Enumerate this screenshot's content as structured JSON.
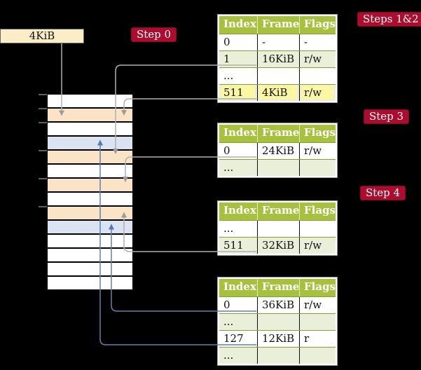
{
  "frame_box": {
    "label": "4KiB"
  },
  "badges": {
    "step0": "Step 0",
    "steps12": "Steps 1&2",
    "step3": "Step 3",
    "step4": "Step 4"
  },
  "tables": [
    {
      "name": "page-table-steps-1-2",
      "headers": [
        "Index",
        "Frame",
        "Flags"
      ],
      "rows": [
        {
          "cells": [
            "0",
            "-",
            "-"
          ],
          "shade": "white",
          "highlight": false
        },
        {
          "cells": [
            "1",
            "16KiB",
            "r/w"
          ],
          "shade": "green",
          "highlight": false
        },
        {
          "cells": [
            "...",
            "",
            ""
          ],
          "shade": "white",
          "highlight": false
        },
        {
          "cells": [
            "511",
            "4KiB",
            "r/w"
          ],
          "shade": "green",
          "highlight": true
        }
      ]
    },
    {
      "name": "page-table-step-3",
      "headers": [
        "Index",
        "Frame",
        "Flags"
      ],
      "rows": [
        {
          "cells": [
            "0",
            "24KiB",
            "r/w"
          ],
          "shade": "white",
          "highlight": false
        },
        {
          "cells": [
            "...",
            "",
            ""
          ],
          "shade": "green",
          "highlight": false
        }
      ]
    },
    {
      "name": "page-table-step-4-upper",
      "headers": [
        "Index",
        "Frame",
        "Flags"
      ],
      "rows": [
        {
          "cells": [
            "...",
            "",
            ""
          ],
          "shade": "white",
          "highlight": false
        },
        {
          "cells": [
            "511",
            "32KiB",
            "r/w"
          ],
          "shade": "green",
          "highlight": false
        }
      ]
    },
    {
      "name": "page-table-step-4-lower",
      "headers": [
        "Index",
        "Frame",
        "Flags"
      ],
      "rows": [
        {
          "cells": [
            "0",
            "36KiB",
            "r/w"
          ],
          "shade": "white",
          "highlight": false
        },
        {
          "cells": [
            "...",
            "",
            ""
          ],
          "shade": "green",
          "highlight": false
        },
        {
          "cells": [
            "127",
            "12KiB",
            "r"
          ],
          "shade": "white",
          "highlight": false
        },
        {
          "cells": [
            "...",
            "",
            ""
          ],
          "shade": "green",
          "highlight": false
        }
      ]
    }
  ],
  "memory": {
    "row_colors": [
      "white",
      "peach",
      "white",
      "blue",
      "peach",
      "white",
      "peach",
      "white",
      "peach",
      "blue",
      "white",
      "white",
      "white",
      "white"
    ]
  },
  "connections": [
    {
      "from": "4KiB frame box",
      "to": "memory row 2 (peach)",
      "color": "gray"
    },
    {
      "from": "table-steps-1-2 entry 1 (16KiB)",
      "to": "memory row 5 (peach)",
      "color": "gray"
    },
    {
      "from": "table-steps-1-2 entry 511 (4KiB)",
      "to": "memory row 2 (peach)",
      "color": "gray"
    },
    {
      "from": "table-step-3 entry 0 (24KiB)",
      "to": "memory row 7 (peach)",
      "color": "gray"
    },
    {
      "from": "table-step-4-upper entry 511 (32KiB)",
      "to": "memory row 9 (peach)",
      "color": "gray"
    },
    {
      "from": "table-step-4-lower entry 0 (36KiB)",
      "to": "memory row 10 (blue)",
      "color": "blue"
    },
    {
      "from": "table-step-4-lower entry 127 (12KiB)",
      "to": "memory row 4 (blue)",
      "color": "blue"
    }
  ],
  "colors": {
    "background": "#000000",
    "table_header_green": "#a5c13e",
    "table_row_green": "#e9efd8",
    "table_grid_olive": "#86a133",
    "memory_peach": "#fbe3c6",
    "memory_blue": "#d9e3f2",
    "frame_box_beige": "#fbeec7",
    "highlight_yellow": "#fbf7a3",
    "badge_red": "#ae0c2e",
    "wire_gray": "#b0b0b0",
    "wire_blue": "#6080b0"
  }
}
